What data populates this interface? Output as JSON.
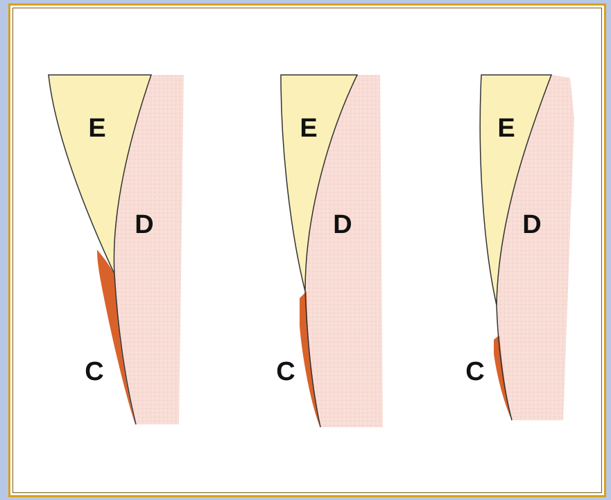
{
  "panels": [
    {
      "enamel_label": "E",
      "dentin_label": "D",
      "cementum_label": "C"
    },
    {
      "enamel_label": "E",
      "dentin_label": "D",
      "cementum_label": "C"
    },
    {
      "enamel_label": "E",
      "dentin_label": "D",
      "cementum_label": "C"
    }
  ],
  "colors": {
    "enamel": "#fbf0b8",
    "dentin": "#f8ddd6",
    "cementum": "#d9622b",
    "border": "#d6a21c",
    "background": "#b8c7e6"
  }
}
